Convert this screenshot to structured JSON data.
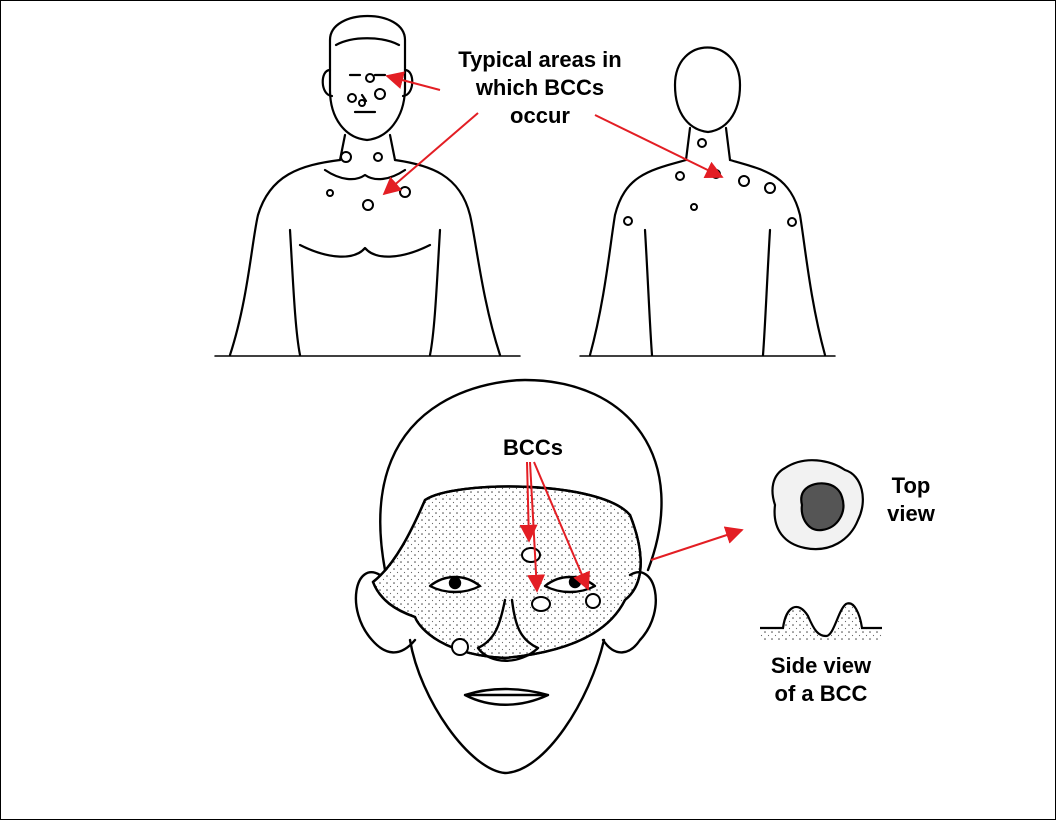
{
  "labels": {
    "typical": [
      "Typical areas in",
      "which BCCs",
      "occur"
    ],
    "bccs": "BCCs",
    "top_view": [
      "Top",
      "view"
    ],
    "side_view": [
      "Side view",
      "of a BCC"
    ]
  },
  "colors": {
    "line": "#000000",
    "arrow": "#e31e24",
    "background": "#ffffff"
  }
}
